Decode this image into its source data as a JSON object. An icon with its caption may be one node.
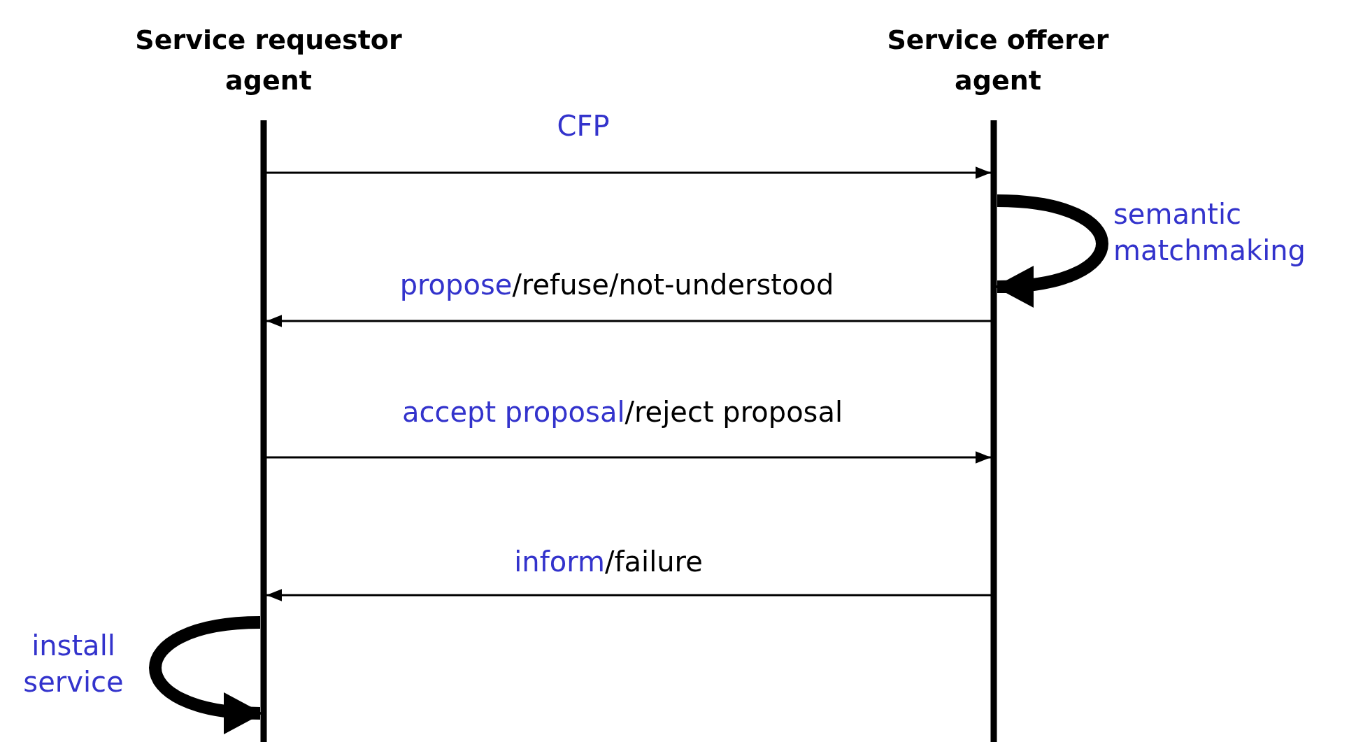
{
  "diagram": {
    "nodes": [
      {
        "text": [
          "Service requestor agent"
        ]
      },
      {
        "text": [
          "Service offerer agent"
        ]
      }
    ],
    "edges": [
      {
        "from": 0,
        "to": 1,
        "arrow": "to",
        "label": "CFP"
      },
      {
        "from": 1,
        "to": 1,
        "arrow": "to",
        "label": "semantic matchmaking",
        "style": "thick"
      },
      {
        "from": 1,
        "to": 0,
        "arrow": "to",
        "label": "*propose*/refuse/not-understood"
      },
      {
        "from": 0,
        "to": 1,
        "arrow": "to",
        "label": "*accept proposal*/reject proposal"
      },
      {
        "from": 1,
        "to": 0,
        "arrow": "to",
        "label": "*inform*/failure"
      },
      {
        "from": 0,
        "to": 0,
        "arrow": "to",
        "label": "install service",
        "style": "thick"
      }
    ]
  }
}
